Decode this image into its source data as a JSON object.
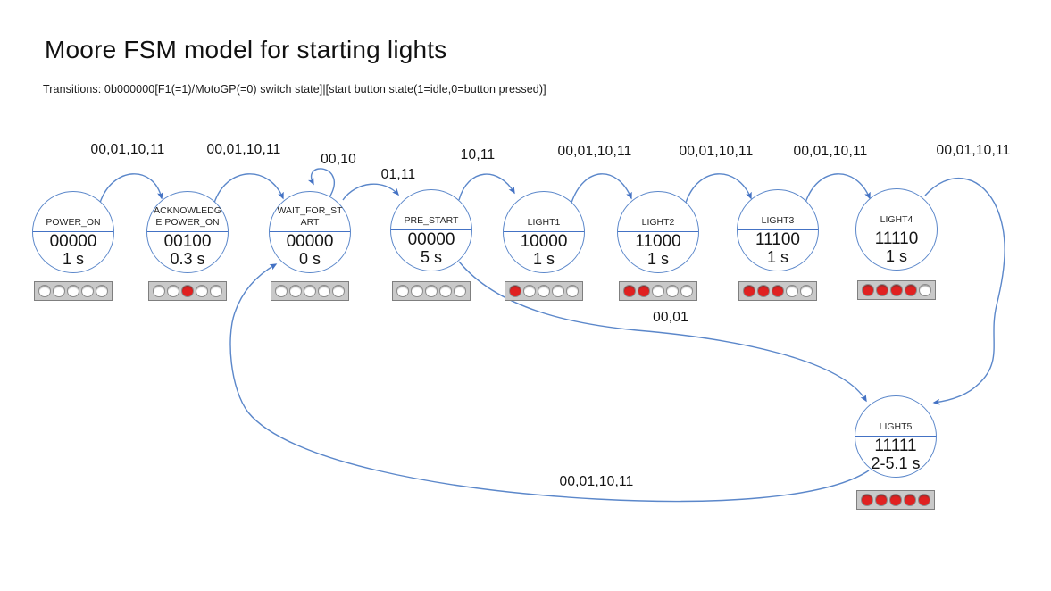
{
  "header": {
    "title": "Moore FSM model for starting lights",
    "subtitle": "Transitions: 0b000000[F1(=1)/MotoGP(=0) switch state]|[start button state(1=idle,0=button pressed)]"
  },
  "diagram_type": "moore-finite-state-machine",
  "colors": {
    "accent_blue": "#4472c4",
    "light_on_red": "#e02121",
    "light_off_white": "#ffffff",
    "bar_fill_gray": "#c9c9c9",
    "bar_border_gray": "#7f7f7f"
  },
  "states": [
    {
      "name": "POWER_ON",
      "output": "00000",
      "time": "1 s",
      "lights": "00000"
    },
    {
      "name": "ACKNOWLEDGE POWER_ON",
      "output": "00100",
      "time": "0.3 s",
      "lights": "00100"
    },
    {
      "name": "WAIT_FOR_START",
      "output": "00000",
      "time": "0 s",
      "lights": "00000"
    },
    {
      "name": "PRE_START",
      "output": "00000",
      "time": "5 s",
      "lights": "00000"
    },
    {
      "name": "LIGHT1",
      "output": "10000",
      "time": "1 s",
      "lights": "10000"
    },
    {
      "name": "LIGHT2",
      "output": "11000",
      "time": "1 s",
      "lights": "11000"
    },
    {
      "name": "LIGHT3",
      "output": "11100",
      "time": "1 s",
      "lights": "11100"
    },
    {
      "name": "LIGHT4",
      "output": "11110",
      "time": "1 s",
      "lights": "11110"
    },
    {
      "name": "LIGHT5",
      "output": "11111",
      "time": "2-5.1 s",
      "lights": "11111"
    }
  ],
  "transitions": [
    {
      "from": "POWER_ON",
      "to": "ACKNOWLEDGE POWER_ON",
      "label": "00,01,10,11"
    },
    {
      "from": "ACKNOWLEDGE POWER_ON",
      "to": "WAIT_FOR_START",
      "label": "00,01,10,11"
    },
    {
      "from": "WAIT_FOR_START",
      "to": "WAIT_FOR_START",
      "label": "00,10"
    },
    {
      "from": "WAIT_FOR_START",
      "to": "PRE_START",
      "label": "01,11"
    },
    {
      "from": "PRE_START",
      "to": "LIGHT1",
      "label": "10,11"
    },
    {
      "from": "LIGHT1",
      "to": "LIGHT2",
      "label": "00,01,10,11"
    },
    {
      "from": "LIGHT2",
      "to": "LIGHT3",
      "label": "00,01,10,11"
    },
    {
      "from": "LIGHT3",
      "to": "LIGHT4",
      "label": "00,01,10,11"
    },
    {
      "from": "LIGHT4",
      "to": "LIGHT5",
      "label": "00,01,10,11"
    },
    {
      "from": "PRE_START",
      "to": "LIGHT5",
      "label": "00,01"
    },
    {
      "from": "LIGHT5",
      "to": "WAIT_FOR_START",
      "label": "00,01,10,11"
    }
  ]
}
